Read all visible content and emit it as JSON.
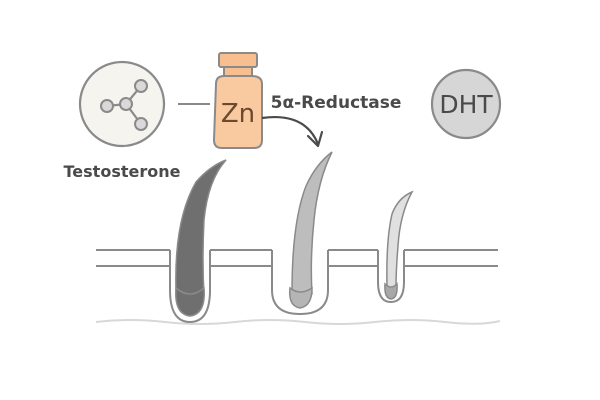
{
  "labels": {
    "testosterone": "Testosterone",
    "zinc": "Zn",
    "enzyme": "5α-Reductase",
    "dht": "DHT"
  },
  "colors": {
    "outline": "#8a8a8a",
    "text": "#4a4a4a",
    "molecule_fill": "#f6f4ef",
    "molecule_node": "#d9d9d9",
    "vial_fill": "#f9c9a0",
    "vial_cap": "#f7be8f",
    "vial_text": "#6b4a2e",
    "dht_fill": "#d6d6d6",
    "hair_thick": "#6f6f6f",
    "hair_medium": "#bdbdbd",
    "hair_thin": "#d9d9d9",
    "bulb_thick": "#6f6f6f",
    "bulb_medium": "#b5b5b5",
    "bulb_thin": "#a8a8a8",
    "skin_line": "#d8d8d8"
  },
  "icons": {
    "testosterone": "molecule-icon",
    "zinc": "supplement-vial-icon",
    "arrow": "curved-arrow-icon",
    "follicles": [
      "thick-hair-follicle-icon",
      "miniaturizing-hair-follicle-icon",
      "thin-hair-follicle-icon"
    ]
  }
}
